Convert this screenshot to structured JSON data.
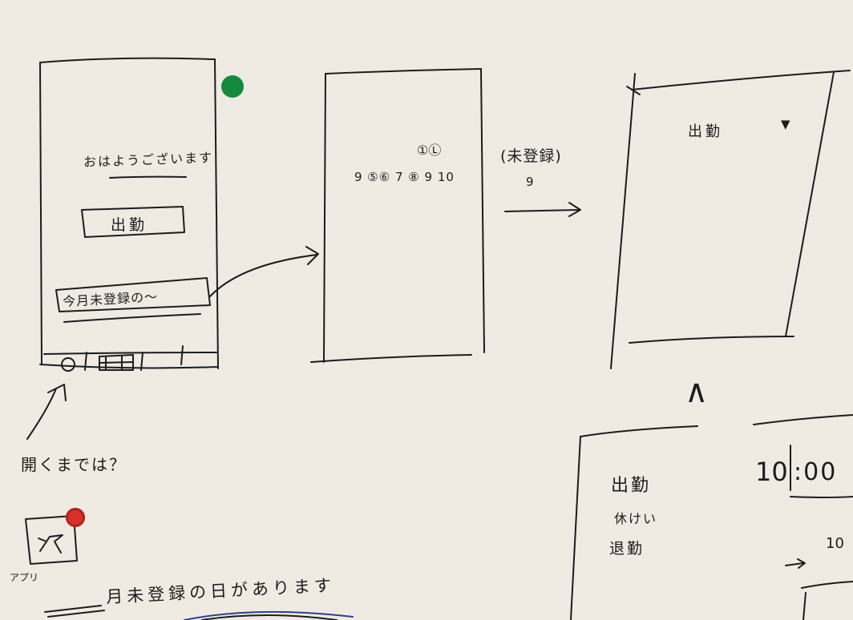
{
  "phone": {
    "greeting": "おはようございます",
    "clock_in_button": "出勤",
    "monthly_record_link": "今月未登録の〜",
    "tab1_label": "①",
    "tab2_label": "田"
  },
  "calendar_screen": {
    "top_marks": "①Ⓛ",
    "date_row": "9 ⑤⑥ 7 ⑧ 9 10"
  },
  "transition": {
    "label": "(未登録)",
    "sub": "9"
  },
  "detail_screen": {
    "dropdown_label": "出勤",
    "dropdown_caret": "▼"
  },
  "caret_up": "∧",
  "options_panel": {
    "items": [
      "出勤",
      "休けい",
      "退勤"
    ],
    "time_value": "10",
    "time_minutes": ":00",
    "time_small": "10"
  },
  "notes": {
    "question": "開くまでは？",
    "app_label": "アプリ",
    "notification": "月未登録の日があります"
  },
  "colors": {
    "paper": "#efebe3",
    "ink": "#1c1c1c",
    "green_dot": "#15893e",
    "red_dot": "#d8312c",
    "blue_ink": "#2d3f8f"
  }
}
